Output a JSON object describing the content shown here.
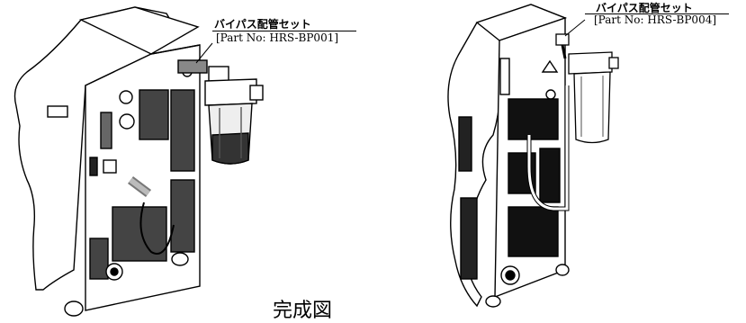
{
  "left_unit": {
    "label_title": "バイパス配管セット",
    "label_part": "[Part No: HRS-BP001]"
  },
  "right_unit": {
    "label_title": "バイパス配管セット",
    "label_part": "[Part No: HRS-BP004]"
  },
  "caption": "完成図"
}
